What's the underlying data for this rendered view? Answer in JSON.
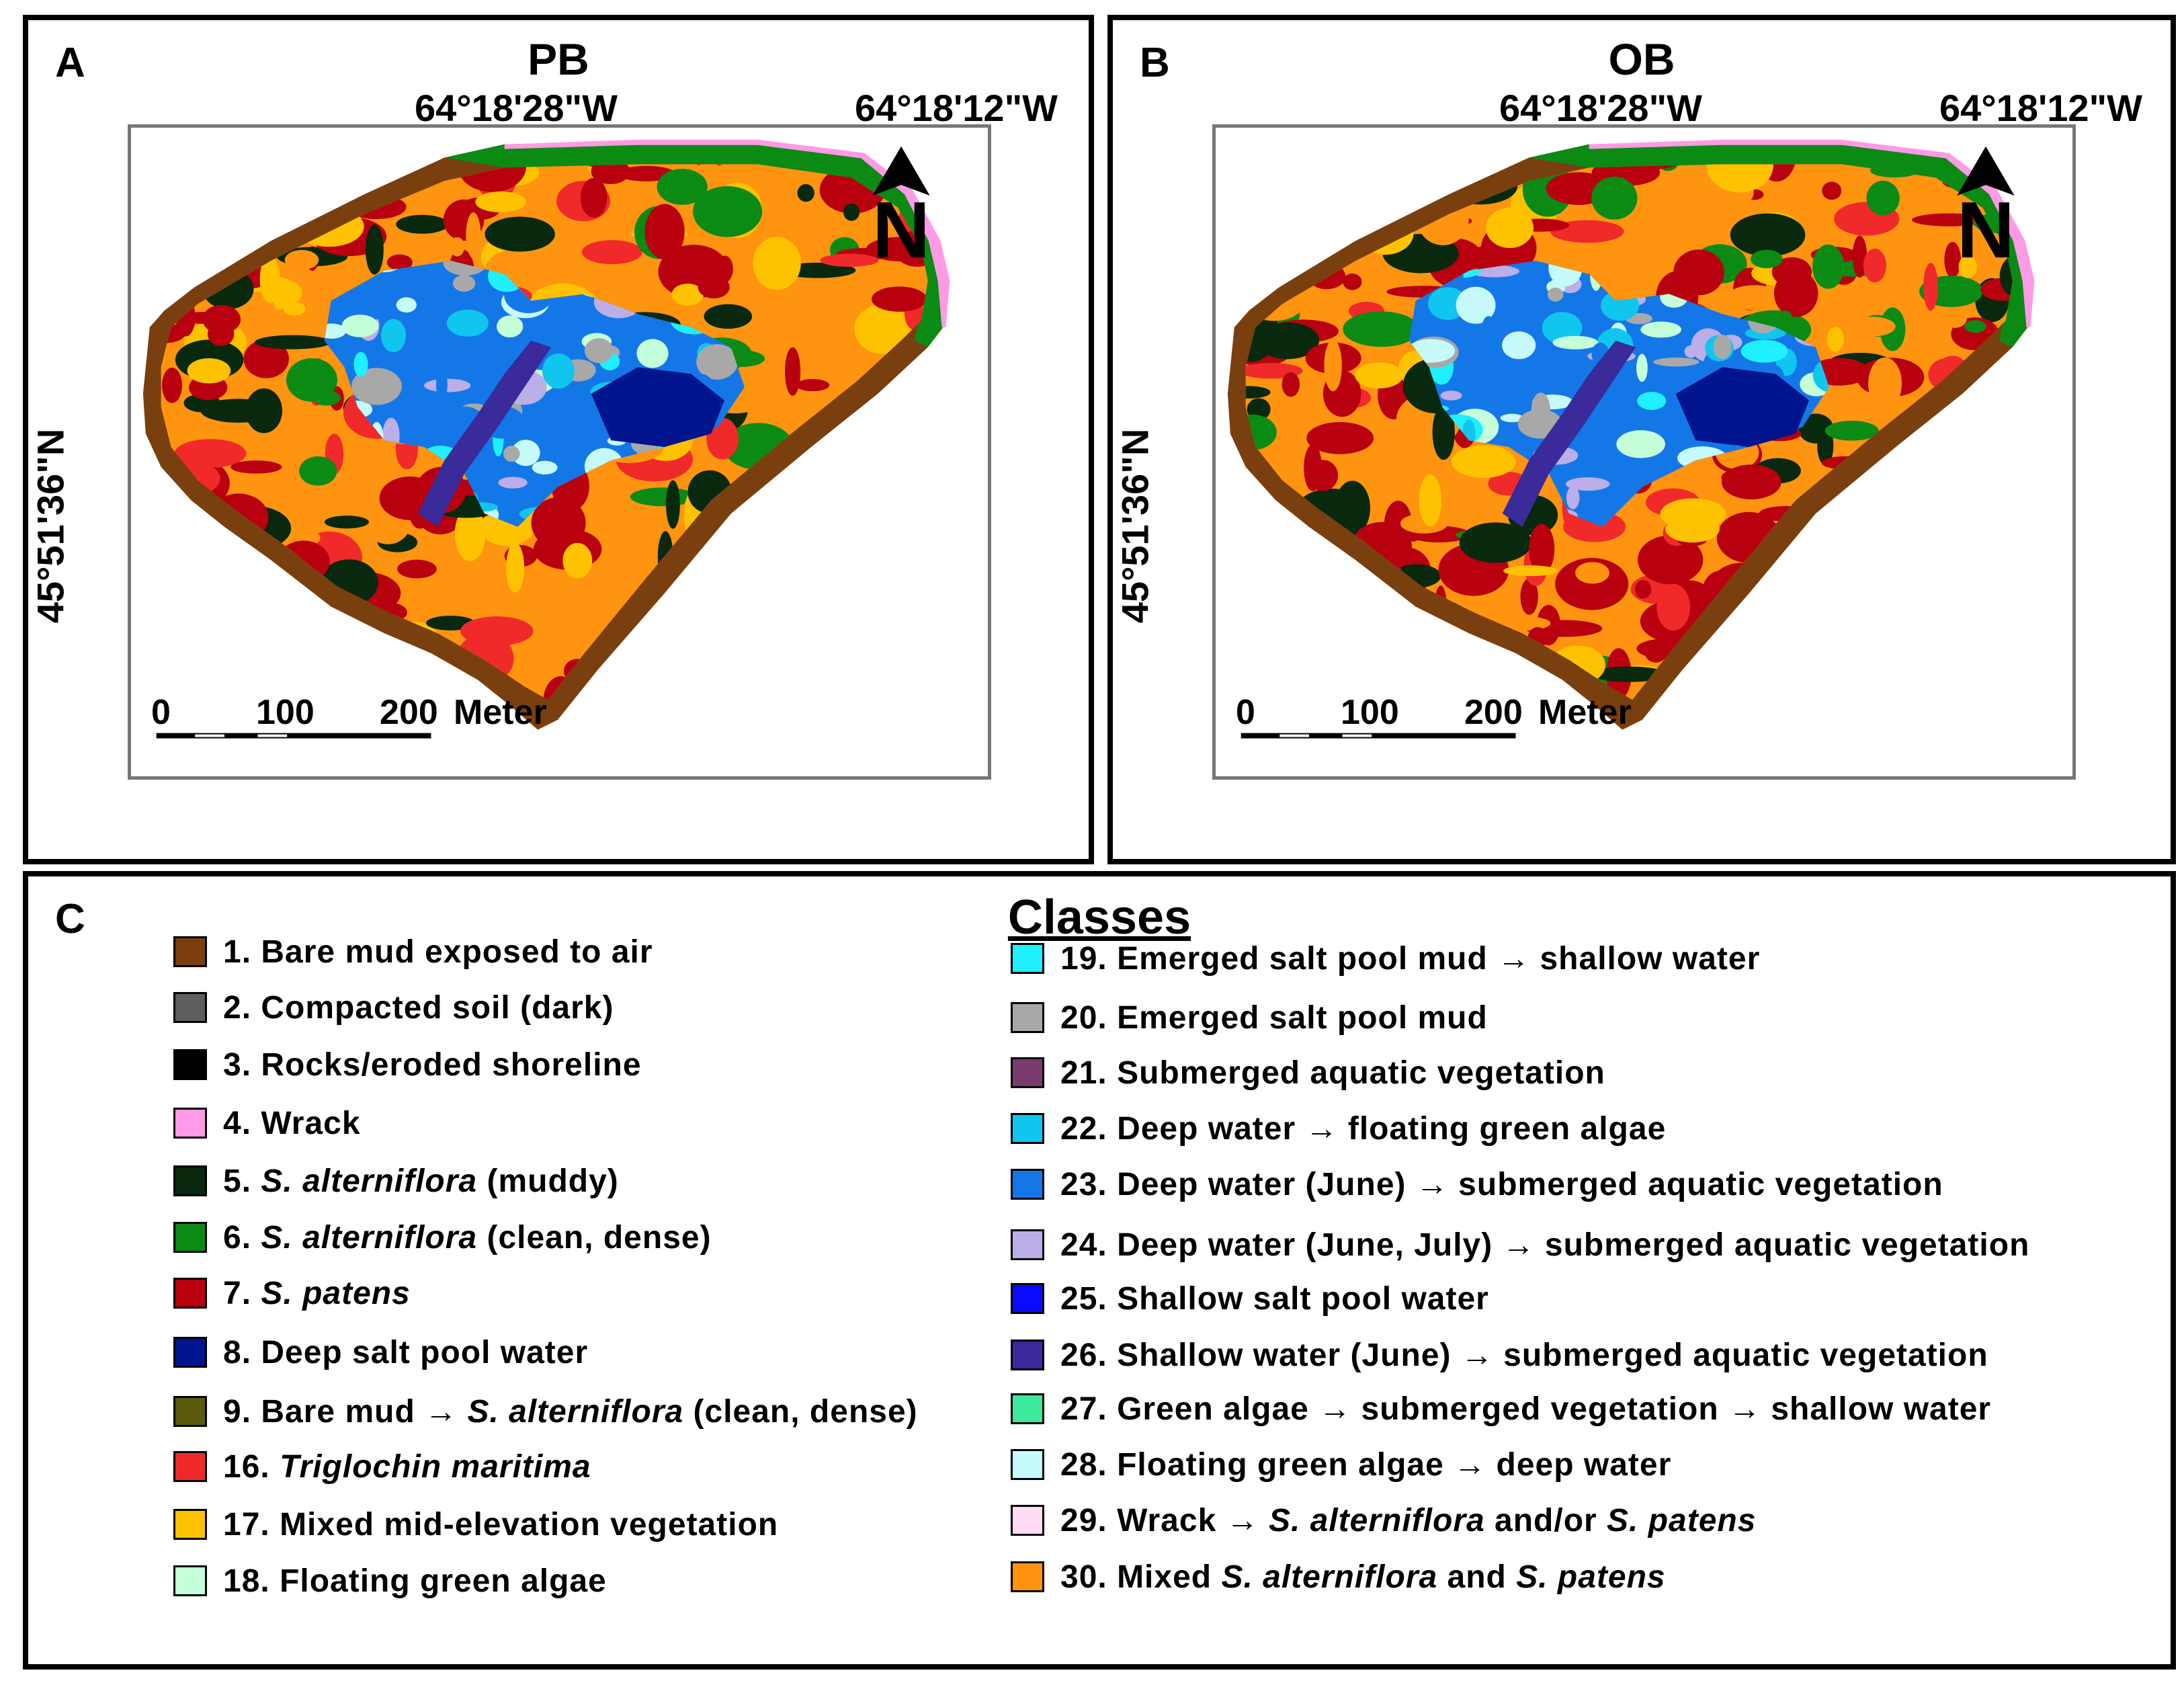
{
  "panels": [
    {
      "letter": "A",
      "title": "PB",
      "lon_left": "64°18'28\"W",
      "lon_right": "64°18'12\"W",
      "lat": "45°51'36\"N",
      "north_label": "N",
      "scale_ticks": [
        "0",
        "100",
        "200"
      ],
      "scale_unit": "Meter"
    },
    {
      "letter": "B",
      "title": "OB",
      "lon_left": "64°18'28\"W",
      "lon_right": "64°18'12\"W",
      "lat": "45°51'36\"N",
      "north_label": "N",
      "scale_ticks": [
        "0",
        "100",
        "200"
      ],
      "scale_unit": "Meter"
    }
  ],
  "legend": {
    "letter": "C",
    "title": "Classes",
    "items": [
      {
        "num": "1.",
        "label": "Bare mud exposed to air",
        "color": "#7a3f0e"
      },
      {
        "num": "2.",
        "label": "Compacted soil (dark)",
        "color": "#5e5e5e"
      },
      {
        "num": "3.",
        "label": "Rocks/eroded shoreline",
        "color": "#000000"
      },
      {
        "num": "4.",
        "label": "Wrack",
        "color": "#ff9ae6"
      },
      {
        "num": "5.",
        "label": "S. alterniflora (muddy)",
        "color": "#08290d"
      },
      {
        "num": "6.",
        "label": "S. alterniflora (clean, dense)",
        "color": "#0b8a14"
      },
      {
        "num": "7.",
        "label": "S. patens",
        "color": "#b8000e"
      },
      {
        "num": "8.",
        "label": "Deep salt pool water",
        "color": "#00158e"
      },
      {
        "num": "9.",
        "label": "Bare mud → S. alterniflora (clean, dense)",
        "color": "#5a5a0a"
      },
      {
        "num": "16.",
        "label": "Triglochin maritima",
        "color": "#f02a2a"
      },
      {
        "num": "17.",
        "label": "Mixed mid-elevation vegetation",
        "color": "#ffc200"
      },
      {
        "num": "18.",
        "label": "Floating green algae",
        "color": "#c4ffd9"
      },
      {
        "num": "19.",
        "label": "Emerged salt pool mud → shallow water",
        "color": "#1ff0ff"
      },
      {
        "num": "20.",
        "label": "Emerged salt pool mud",
        "color": "#a8a8a8"
      },
      {
        "num": "21.",
        "label": "Submerged aquatic vegetation",
        "color": "#7a3c6e"
      },
      {
        "num": "22.",
        "label": "Deep water → floating green algae",
        "color": "#10c6ef"
      },
      {
        "num": "23.",
        "label": "Deep water (June) → submerged aquatic vegetation",
        "color": "#1477e8"
      },
      {
        "num": "24.",
        "label": "Deep water (June, July) → submerged aquatic vegetation",
        "color": "#bcaee8"
      },
      {
        "num": "25.",
        "label": "Shallow salt pool water",
        "color": "#0a0aff"
      },
      {
        "num": "26.",
        "label": "Shallow water (June) → submerged aquatic vegetation",
        "color": "#3a2a9a"
      },
      {
        "num": "27.",
        "label": "Green algae → submerged vegetation → shallow water",
        "color": "#3ee89a"
      },
      {
        "num": "28.",
        "label": "Floating green algae → deep water",
        "color": "#c6fafa"
      },
      {
        "num": "29.",
        "label": "Wrack → S. alterniflora and/or S. patens",
        "color": "#ffdcf5"
      },
      {
        "num": "30.",
        "label": "Mixed S. alterniflora and S. patens",
        "color": "#ff9410"
      }
    ]
  }
}
